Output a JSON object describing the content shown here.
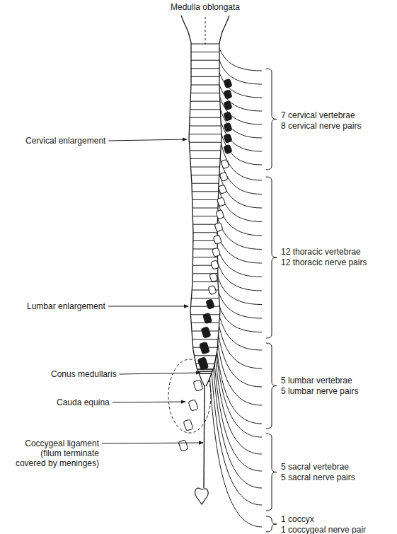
{
  "diagram": {
    "labels": [
      "Medulla oblongata",
      "Cervical enlargement",
      "Lumbar enlargement",
      "Conus medullaris",
      "Cauda equina",
      "Coccygeal ligament (filum terminate covered by meninges)",
      "7 cervical vertebrae",
      "8 cervical nerve pairs",
      "12 thoracic vertebrae",
      "12 thoracic nerve pairs",
      "5 lumbar vertebrae",
      "5 lumbar nerve pairs",
      "5 sacral vertebrae",
      "5 sacral nerve pairs",
      "1 coccyx",
      "1 coccygeal nerve pair"
    ]
  }
}
